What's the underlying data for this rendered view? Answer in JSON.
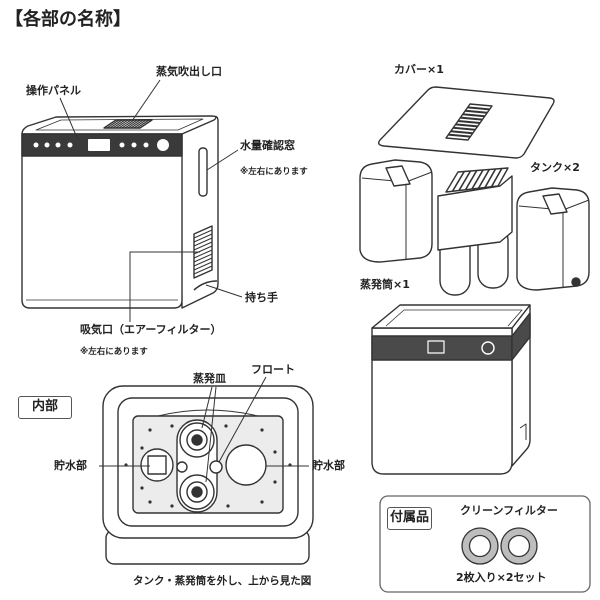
{
  "title": "【各部の名称】",
  "main_unit": {
    "steam_outlet": "蒸気吹出し口",
    "control_panel": "操作パネル",
    "water_window": "水量確認窓",
    "water_window_note": "※左右にあります",
    "handle": "持ち手",
    "air_intake": "吸気口（エアーフィルター）",
    "air_intake_note": "※左右にあります"
  },
  "parts": {
    "cover": "カバー×1",
    "tank": "タンク×2",
    "evaporator": "蒸発筒×1"
  },
  "interior": {
    "heading": "内部",
    "evap_dish": "蒸発皿",
    "float": "フロート",
    "reservoir_left": "貯水部",
    "reservoir_right": "貯水部",
    "caption": "タンク・蒸発筒を外し、上から見た図"
  },
  "accessories": {
    "heading": "付属品",
    "filter_name": "クリーンフィルター",
    "filter_qty": "2枚入り×2セット"
  },
  "colors": {
    "ink": "#333333",
    "panel": "#3a3a3a",
    "band": "#4a4a4a",
    "filter": "#bdbdbd",
    "interior": "#ececec"
  }
}
